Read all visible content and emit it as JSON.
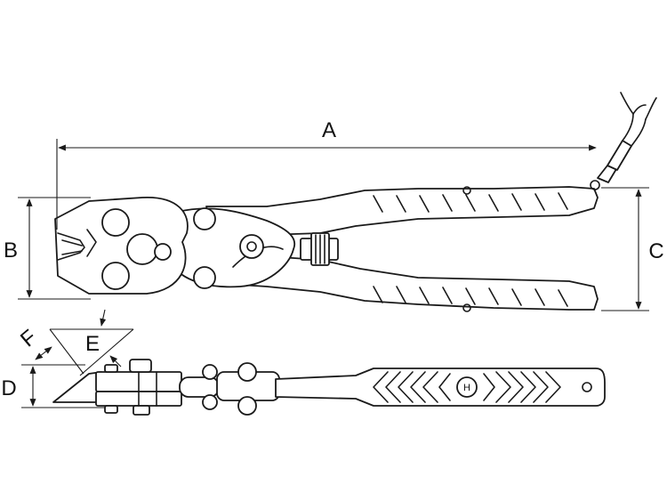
{
  "dimensions": {
    "a": "A",
    "b": "B",
    "c": "C",
    "d": "D",
    "e": "E",
    "f": "F"
  },
  "grip_logo": "H",
  "colors": {
    "line": "#1a1a1a",
    "background": "#ffffff"
  }
}
